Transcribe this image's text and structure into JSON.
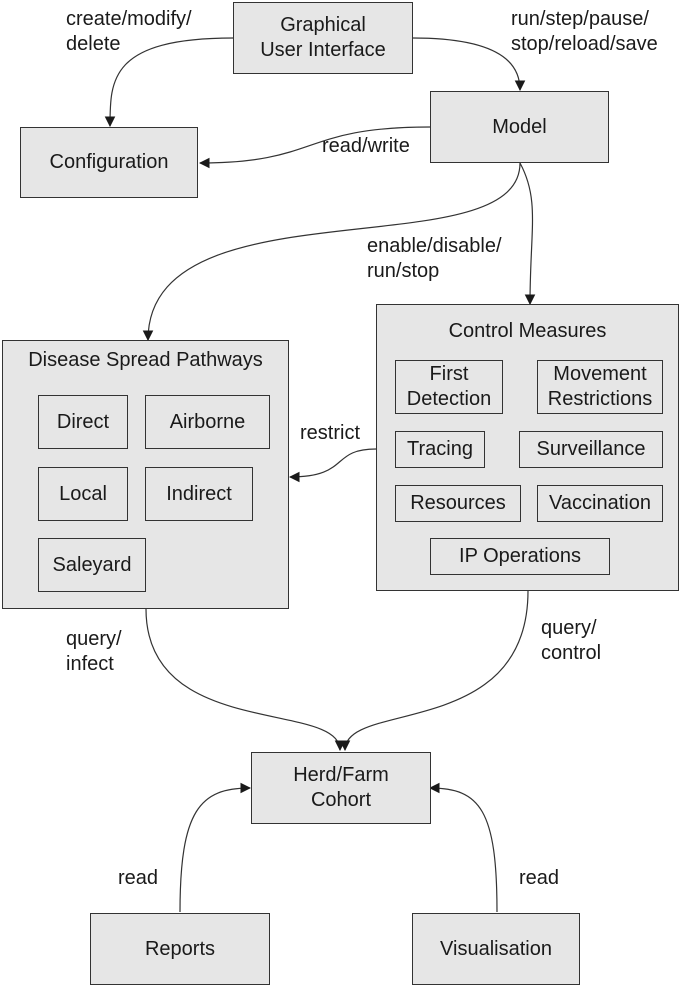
{
  "nodes": {
    "gui": "Graphical\nUser Interface",
    "model": "Model",
    "configuration": "Configuration",
    "herd": "Herd/Farm\nCohort",
    "reports": "Reports",
    "visualisation": "Visualisation"
  },
  "disease_spread": {
    "title": "Disease Spread Pathways",
    "items": [
      "Direct",
      "Airborne",
      "Local",
      "Indirect",
      "Saleyard"
    ]
  },
  "control_measures": {
    "title": "Control Measures",
    "items": [
      "First\nDetection",
      "Movement\nRestrictions",
      "Tracing",
      "Surveillance",
      "Resources",
      "Vaccination",
      "IP Operations"
    ]
  },
  "edge_labels": {
    "create_modify_delete": "create/modify/\ndelete",
    "run_step": "run/step/pause/\nstop/reload/save",
    "read_write": "read/write",
    "enable_disable": "enable/disable/\nrun/stop",
    "restrict": "restrict",
    "query_infect": "query/\ninfect",
    "query_control": "query/\ncontrol",
    "read_reports": "read",
    "read_visualisation": "read"
  },
  "colors": {
    "box_fill": "#e6e6e6",
    "stroke": "#333333"
  }
}
